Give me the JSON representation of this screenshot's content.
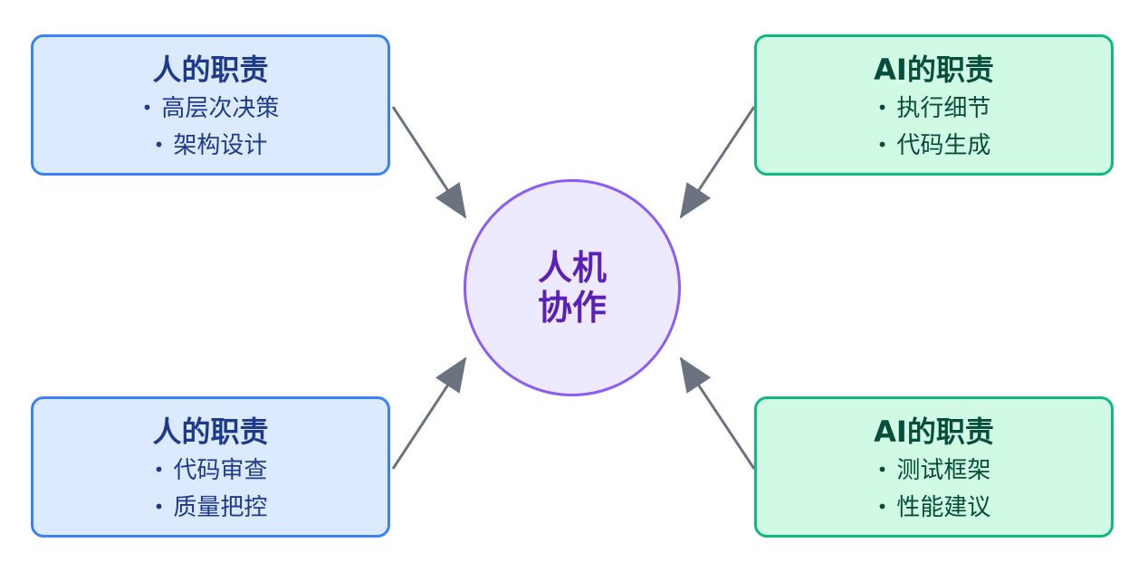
{
  "center": {
    "label": "人机协作"
  },
  "cards": {
    "top_left": {
      "title": "人的职责",
      "items": [
        "高层次决策",
        "架构设计"
      ]
    },
    "bottom_left": {
      "title": "人的职责",
      "items": [
        "代码审查",
        "质量把控"
      ]
    },
    "top_right": {
      "title": "AI的职责",
      "items": [
        "执行细节",
        "代码生成"
      ]
    },
    "bottom_right": {
      "title": "AI的职责",
      "items": [
        "测试框架",
        "性能建议"
      ]
    }
  },
  "bullet": "•",
  "colors": {
    "human_fill": "#dbeafe",
    "human_border": "#3b82f6",
    "ai_fill": "#d1fae5",
    "ai_border": "#10b981",
    "center_fill": "#ede9fe",
    "center_border": "#8b5cf6",
    "arrow": "#6b7280"
  }
}
